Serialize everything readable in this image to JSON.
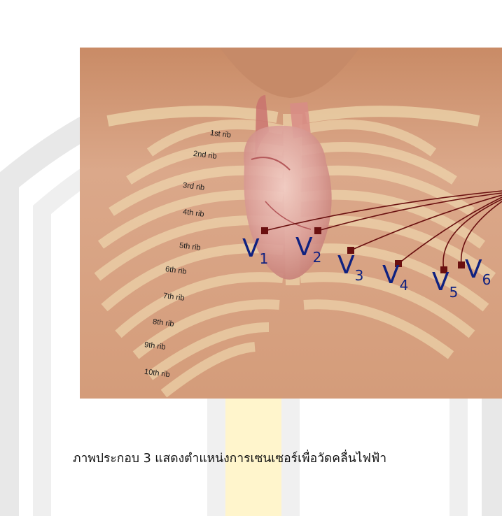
{
  "figure": {
    "rib_labels": [
      "1st rib",
      "2nd rib",
      "3rd rib",
      "4th rib",
      "5th rib",
      "6th rib",
      "7th rib",
      "8th rib",
      "9th rib",
      "10th rib"
    ],
    "leads": [
      {
        "letter": "V",
        "num": "1"
      },
      {
        "letter": "V",
        "num": "2"
      },
      {
        "letter": "V",
        "num": "3"
      },
      {
        "letter": "V",
        "num": "4"
      },
      {
        "letter": "V",
        "num": "5"
      },
      {
        "letter": "V",
        "num": "6"
      }
    ],
    "colors": {
      "skin": "#d9a37f",
      "rib": "#f3e3b8",
      "heart": "#d48a86",
      "electrode": "#6a1010",
      "lead_text": "#0f2180"
    }
  },
  "caption": "ภาพประกอบ 3 แสดงตำแหน่งการเซนเซอร์เพื่อวัดคลื่นไฟฟ้า"
}
